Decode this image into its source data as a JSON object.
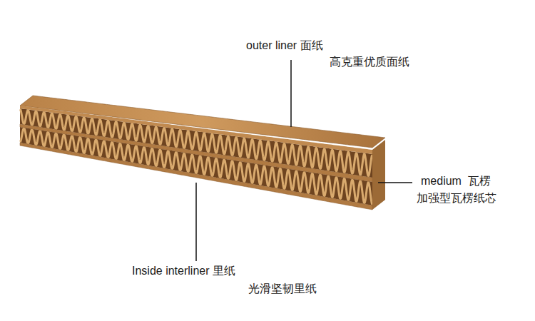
{
  "diagram": {
    "labels": [
      "outer liner 面纸",
      "高克重优质面纸",
      "medium  瓦楞",
      "加强型瓦楞纸芯",
      "Inside interliner 里纸",
      "光滑坚韧里纸"
    ]
  }
}
